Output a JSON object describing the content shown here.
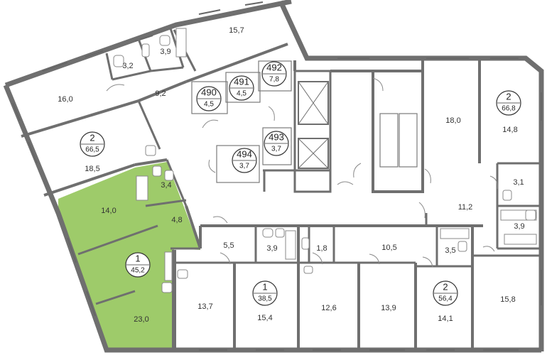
{
  "colors": {
    "highlight": "#9ecb6a",
    "wall": "#6f6f6f",
    "window": "#666666",
    "background": "#ffffff"
  },
  "rooms": [
    {
      "id": "r1",
      "label": "15,7"
    },
    {
      "id": "r2",
      "label": "3,9"
    },
    {
      "id": "r3",
      "label": "3,2"
    },
    {
      "id": "r4",
      "label": "16,0"
    },
    {
      "id": "r5",
      "label": "9,2"
    },
    {
      "id": "r6",
      "label": "18,5"
    },
    {
      "id": "r7",
      "label": "3,4"
    },
    {
      "id": "r8",
      "label": "14,0"
    },
    {
      "id": "r9",
      "label": "4,8"
    },
    {
      "id": "r10",
      "label": "23,0"
    },
    {
      "id": "r11",
      "label": "5,5"
    },
    {
      "id": "r12",
      "label": "3,9"
    },
    {
      "id": "r13",
      "label": "1,8"
    },
    {
      "id": "r14",
      "label": "10,5"
    },
    {
      "id": "r15",
      "label": "3,5"
    },
    {
      "id": "r16",
      "label": "13,7"
    },
    {
      "id": "r17",
      "label": "15,4"
    },
    {
      "id": "r18",
      "label": "12,6"
    },
    {
      "id": "r19",
      "label": "13,9"
    },
    {
      "id": "r20",
      "label": "14,1"
    },
    {
      "id": "r21",
      "label": "15,8"
    },
    {
      "id": "r22",
      "label": "18,0"
    },
    {
      "id": "r23",
      "label": "14,8"
    },
    {
      "id": "r24",
      "label": "3,1"
    },
    {
      "id": "r25",
      "label": "11,2"
    },
    {
      "id": "r26",
      "label": "3,9"
    }
  ],
  "apartments": [
    {
      "id": "a1",
      "rooms": "2",
      "area": "66,5"
    },
    {
      "id": "a2",
      "rooms": "1",
      "area": "45,2"
    },
    {
      "id": "a3",
      "rooms": "1",
      "area": "38,5"
    },
    {
      "id": "a4",
      "rooms": "2",
      "area": "56,4"
    },
    {
      "id": "a5",
      "rooms": "2",
      "area": "66,8"
    }
  ],
  "storage_units": [
    {
      "id": "s1",
      "number": "490",
      "area": "4,5"
    },
    {
      "id": "s2",
      "number": "491",
      "area": "4,5"
    },
    {
      "id": "s3",
      "number": "492",
      "area": "7,8"
    },
    {
      "id": "s4",
      "number": "493",
      "area": "3,7"
    },
    {
      "id": "s5",
      "number": "494",
      "area": "3,7"
    }
  ]
}
